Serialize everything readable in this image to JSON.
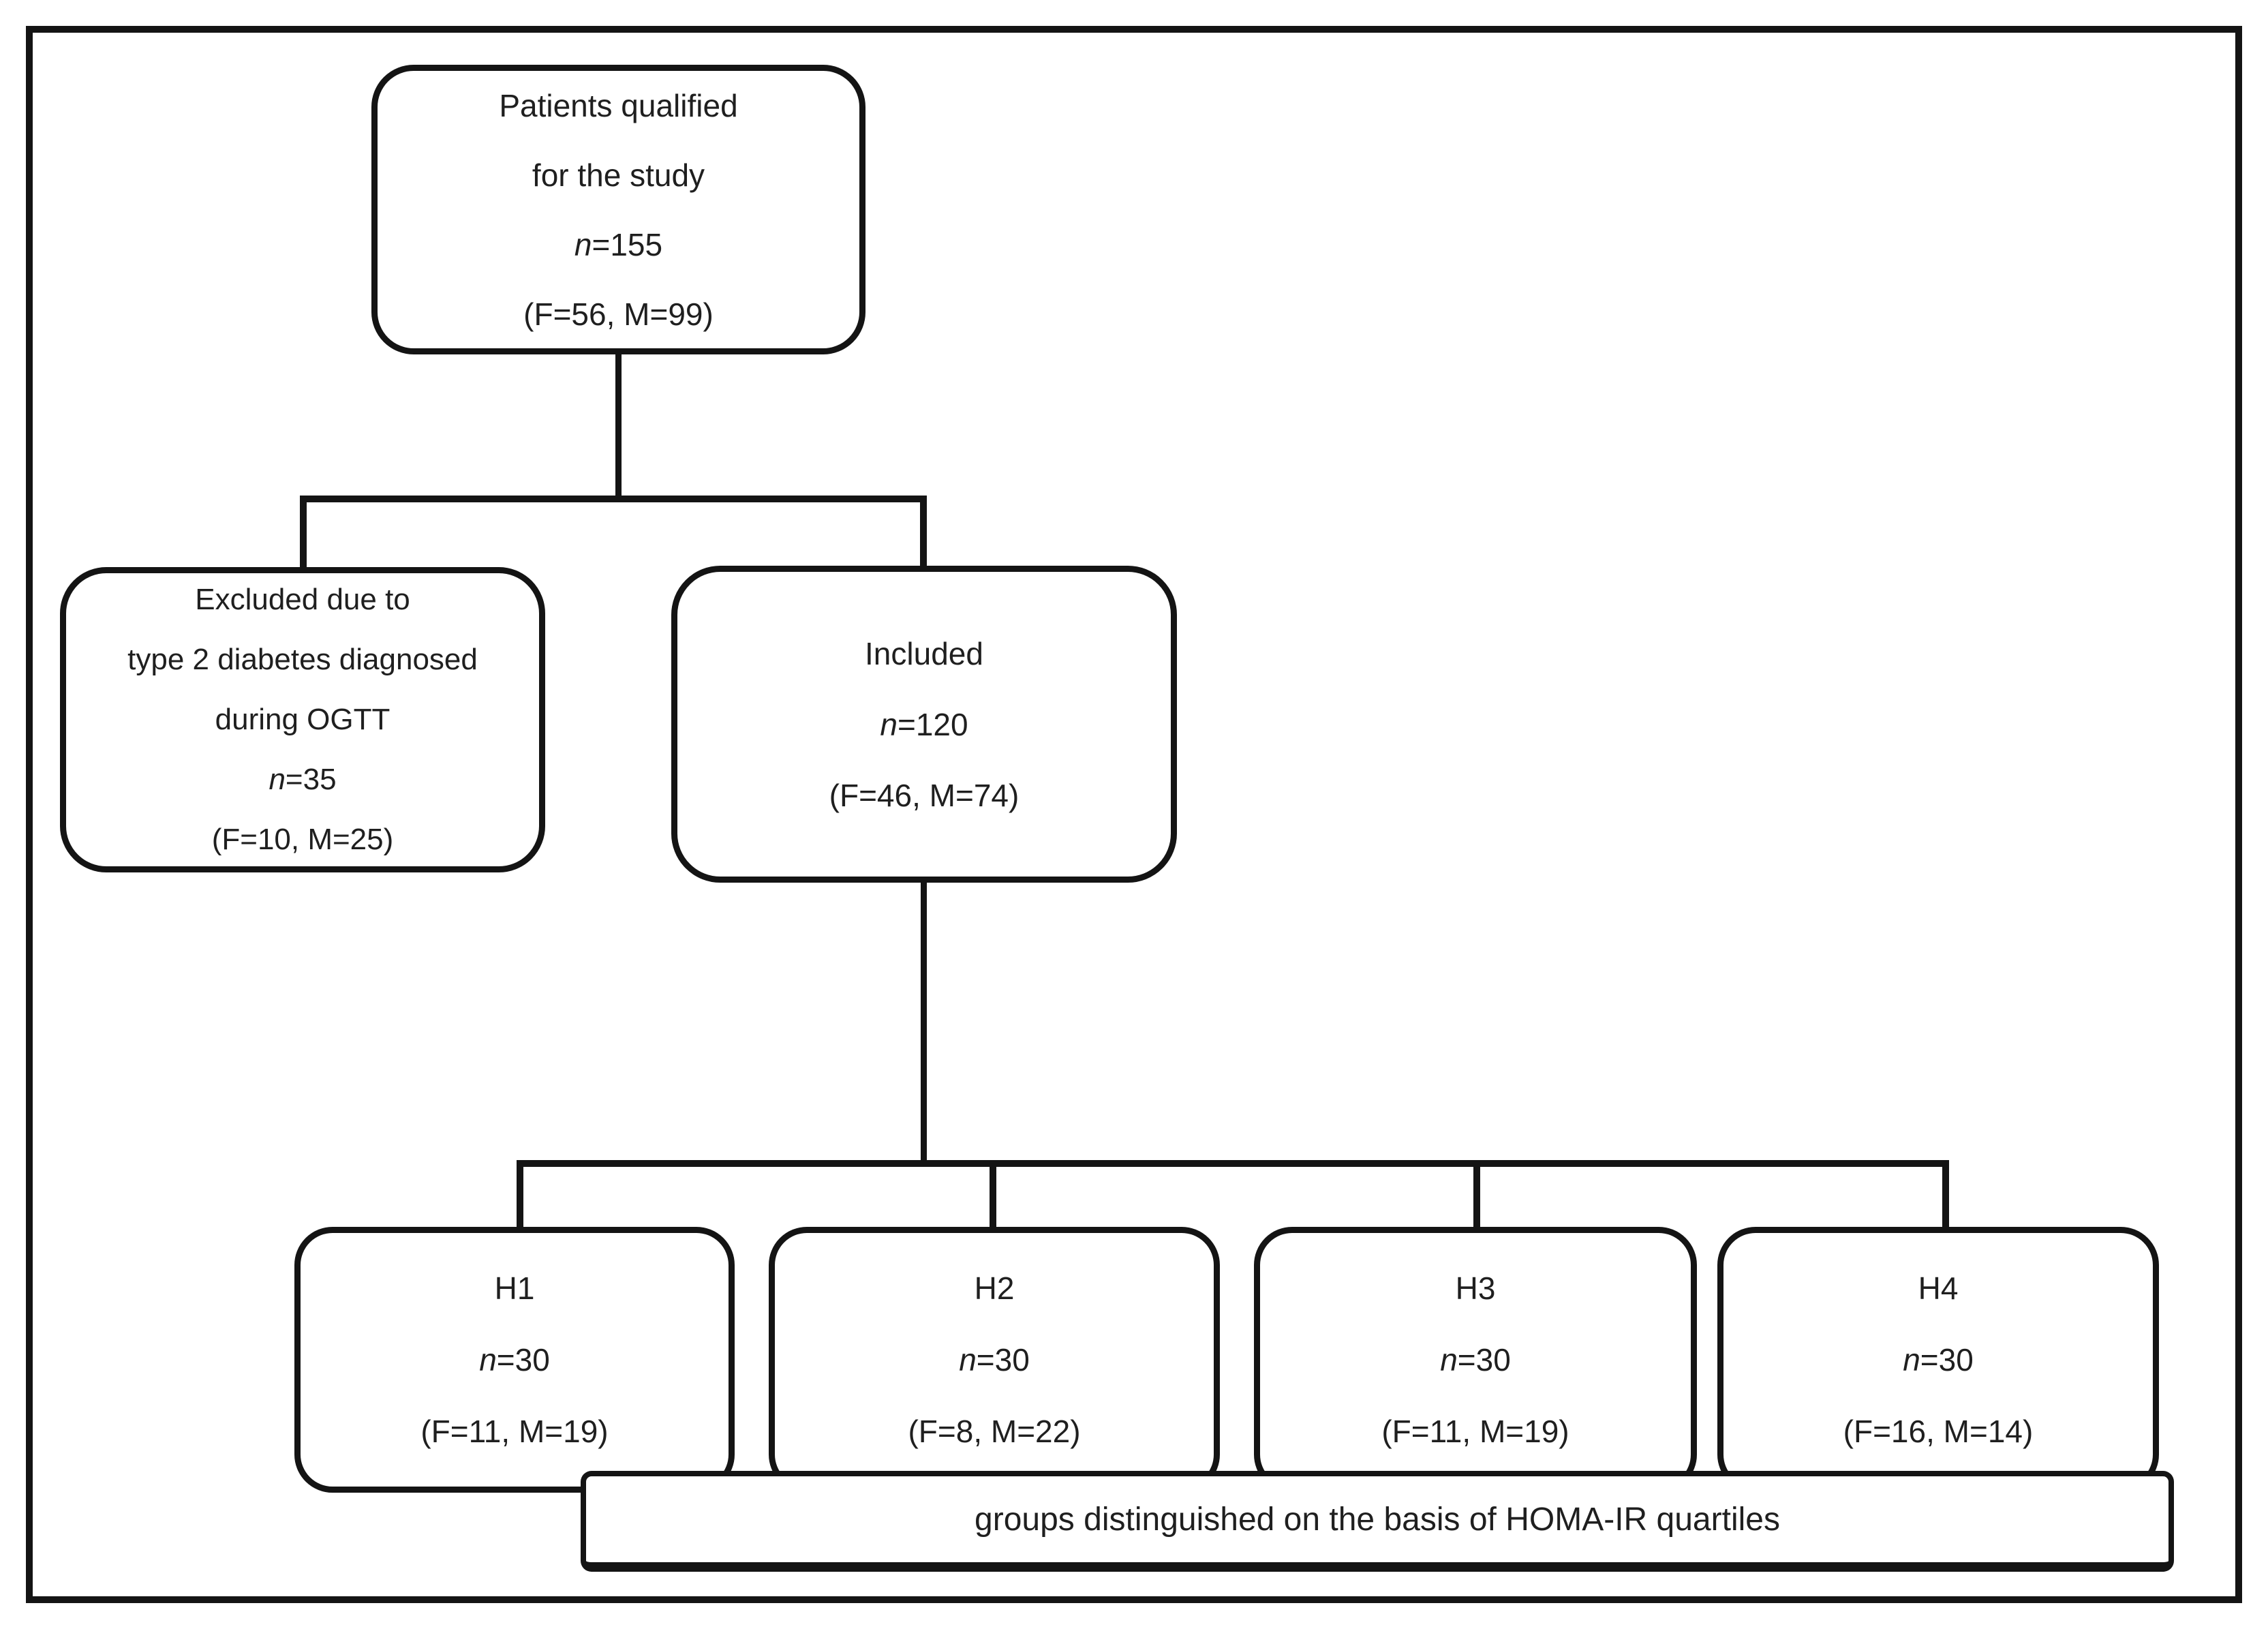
{
  "figure": {
    "background": "#ffffff",
    "line_color": "#141414",
    "text_color": "#1f1f1f",
    "nodes": {
      "qualified": {
        "line1": "Patients qualified",
        "line2": "for the study",
        "n_italic": "n",
        "n_rest": "=155",
        "fm": "(F=56, M=99)"
      },
      "excluded": {
        "line1": "Excluded due to",
        "line2": "type 2 diabetes diagnosed",
        "line3": "during OGTT",
        "n_italic": "n",
        "n_rest": "=35",
        "fm": "(F=10, M=25)"
      },
      "included": {
        "line1": "Included",
        "n_italic": "n",
        "n_rest": "=120",
        "fm": "(F=46, M=74)"
      },
      "h1": {
        "line1": "H1",
        "n_italic": "n",
        "n_rest": "=30",
        "fm": "(F=11, M=19)"
      },
      "h2": {
        "line1": "H2",
        "n_italic": "n",
        "n_rest": "=30",
        "fm": "(F=8, M=22)"
      },
      "h3": {
        "line1": "H3",
        "n_italic": "n",
        "n_rest": "=30",
        "fm": "(F=11, M=19)"
      },
      "h4": {
        "line1": "H4",
        "n_italic": "n",
        "n_rest": "=30",
        "fm": "(F=16, M=14)"
      }
    },
    "caption_bar": {
      "label": "groups distinguished on the basis of HOMA-IR quartiles"
    }
  }
}
